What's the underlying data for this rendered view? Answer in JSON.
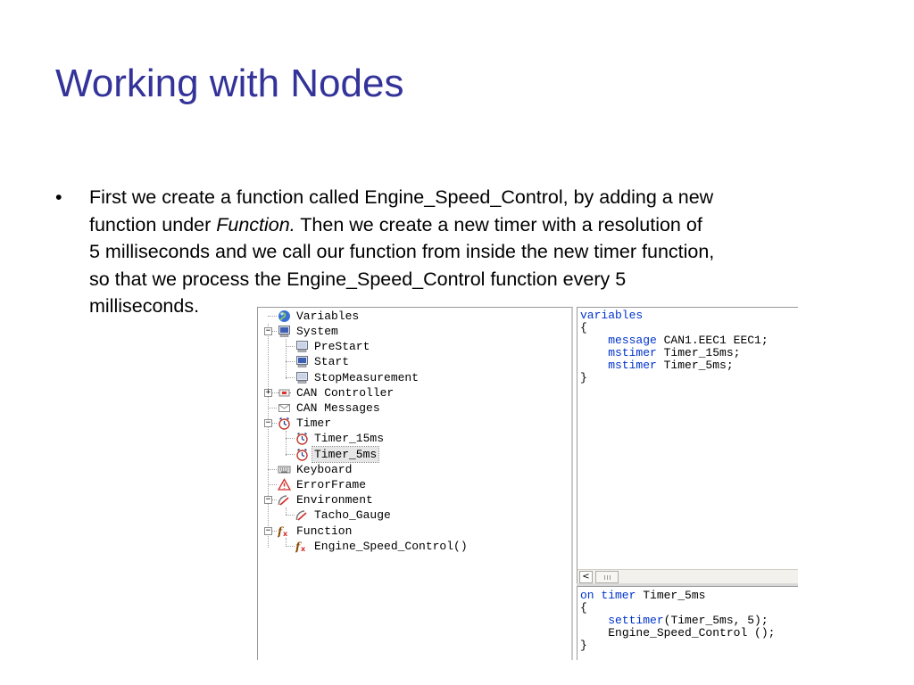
{
  "slide": {
    "title": "Working with Nodes",
    "bullet_symbol": "•",
    "bullet": {
      "line1": "First we create a function called Engine_Speed_Control, by adding a new",
      "line2_pre": "function under ",
      "line2_em": "Function.",
      "line2_post": "  Then we create a new timer with a resolution of",
      "line3": "5 milliseconds and we call our function from inside the new timer function,",
      "line4": "so that we process the Engine_Speed_Control function every 5",
      "line5": "milliseconds."
    }
  },
  "tree": {
    "items": [
      {
        "label": "Variables",
        "icon": "globe-icon"
      },
      {
        "label": "System",
        "icon": "computer-icon"
      },
      {
        "label": "PreStart",
        "icon": "computer-icon"
      },
      {
        "label": "Start",
        "icon": "computer-icon"
      },
      {
        "label": "StopMeasurement",
        "icon": "computer-icon"
      },
      {
        "label": "CAN Controller",
        "icon": "can-controller-icon"
      },
      {
        "label": "CAN Messages",
        "icon": "envelope-icon"
      },
      {
        "label": "Timer",
        "icon": "stopwatch-icon"
      },
      {
        "label": "Timer_15ms",
        "icon": "stopwatch-icon"
      },
      {
        "label": "Timer_5ms",
        "icon": "stopwatch-icon"
      },
      {
        "label": "Keyboard",
        "icon": "keyboard-icon"
      },
      {
        "label": "ErrorFrame",
        "icon": "warning-icon"
      },
      {
        "label": "Environment",
        "icon": "gauge-icon"
      },
      {
        "label": "Tacho_Gauge",
        "icon": "gauge-icon"
      },
      {
        "label": "Function",
        "icon": "function-icon"
      },
      {
        "label": "Engine_Speed_Control()",
        "icon": "function-icon"
      }
    ],
    "expanders": {
      "system": "−",
      "can_controller": "+",
      "timer": "−",
      "environment": "−",
      "function": "−"
    }
  },
  "code_top": {
    "line1_kw": "variables",
    "line2": "{",
    "line3_kw": "message",
    "line3_rest": " CAN1.EEC1 EEC1;",
    "line4_kw": "mstimer",
    "line4_rest": " Timer_15ms;",
    "line5_kw": "mstimer",
    "line5_rest": " Timer_5ms;",
    "line6": "}"
  },
  "code_bottom": {
    "line1_kw": "on timer",
    "line1_rest": " Timer_5ms",
    "line2": "{",
    "line3_kw": "settimer",
    "line3_rest": "(Timer_5ms, 5);",
    "line4": "Engine_Speed_Control ();",
    "line5": "}"
  },
  "scrollbar": {
    "left_arrow": "<"
  },
  "colors": {
    "title": "#333399",
    "keyword": "#0033cc"
  }
}
